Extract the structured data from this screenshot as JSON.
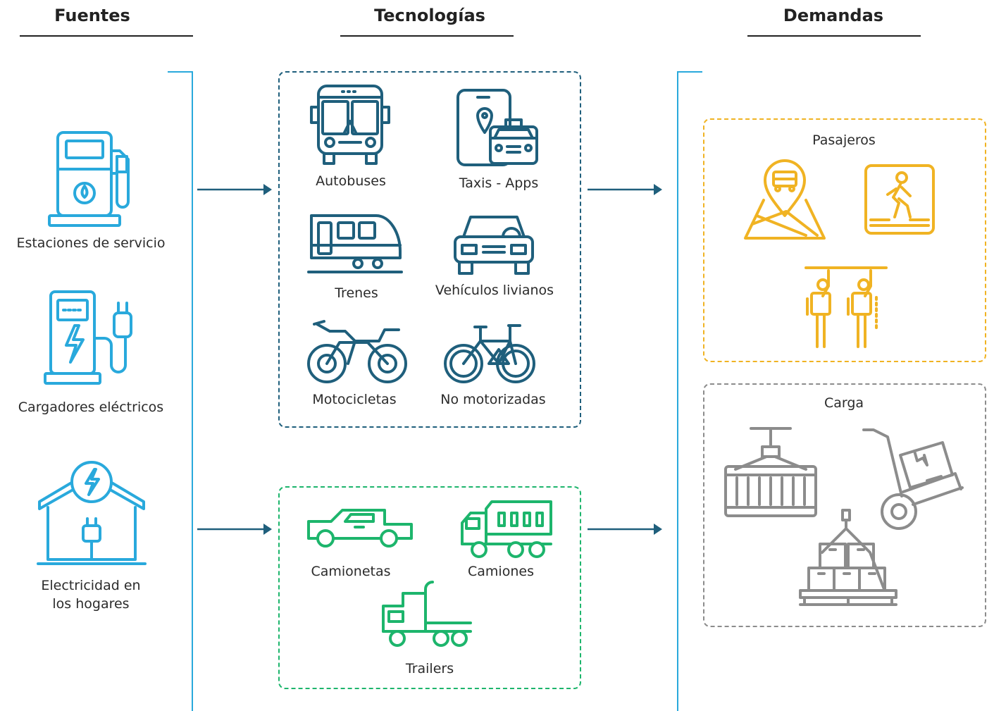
{
  "columns": {
    "fuentes": "Fuentes",
    "tecnologias": "Tecnologías",
    "demandas": "Demandas"
  },
  "fuentes": {
    "estaciones": "Estaciones de servicio",
    "cargadores": "Cargadores eléctricos",
    "hogares_1": "Electricidad en",
    "hogares_2": "los hogares"
  },
  "tecnologias": {
    "autobuses": "Autobuses",
    "taxis": "Taxis - Apps",
    "trenes": "Trenes",
    "livianos": "Vehículos livianos",
    "motocicletas": "Motocicletas",
    "no_motorizadas": "No motorizadas",
    "camionetas": "Camionetas",
    "camiones": "Camiones",
    "trailers": "Trailers"
  },
  "demandas": {
    "pasajeros": "Pasajeros",
    "carga": "Carga"
  },
  "colors": {
    "fuentes": "#29a9dc",
    "pasajeros_tech": "#1f5f7c",
    "carga_tech": "#1db56c",
    "pasajeros_demand": "#f0b323",
    "carga_demand": "#8c8c8c",
    "arrow": "#1f5f7c"
  }
}
